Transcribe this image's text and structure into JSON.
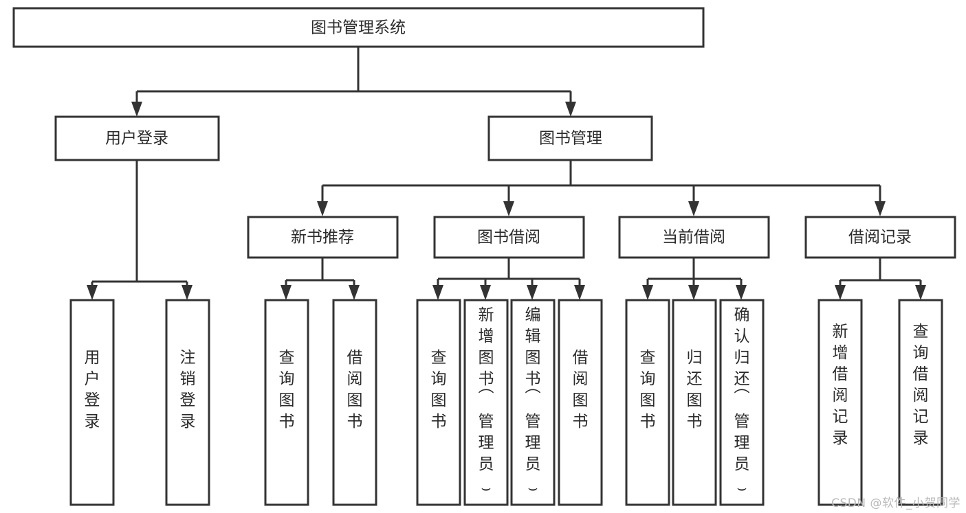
{
  "diagram": {
    "type": "tree",
    "title": "图书管理系统",
    "watermark": "CSDN @软件_小贺同学",
    "colors": {
      "stroke": "#333333",
      "fill": "#ffffff",
      "text": "#2b2b2b",
      "watermark": "#b9b9b9",
      "background": "#ffffff"
    },
    "levels": {
      "root": {
        "label": "图书管理系统"
      },
      "level2": [
        {
          "id": "user-login",
          "label": "用户登录"
        },
        {
          "id": "book-manage",
          "label": "图书管理"
        }
      ],
      "level3": [
        {
          "id": "new-book-recommend",
          "label": "新书推荐",
          "parent": "book-manage"
        },
        {
          "id": "book-borrow",
          "label": "图书借阅",
          "parent": "book-manage"
        },
        {
          "id": "current-borrow",
          "label": "当前借阅",
          "parent": "book-manage"
        },
        {
          "id": "borrow-record",
          "label": "借阅记录",
          "parent": "book-manage"
        }
      ],
      "leaves": [
        {
          "id": "leaf-user-login",
          "label": "用户登录",
          "parent": "user-login"
        },
        {
          "id": "leaf-logout",
          "label": "注销登录",
          "parent": "user-login"
        },
        {
          "id": "leaf-query-book-1",
          "label": "查询图书",
          "parent": "new-book-recommend"
        },
        {
          "id": "leaf-borrow-book-1",
          "label": "借阅图书",
          "parent": "new-book-recommend"
        },
        {
          "id": "leaf-query-book-2",
          "label": "查询图书",
          "parent": "book-borrow"
        },
        {
          "id": "leaf-add-book",
          "label": "新增图书（管理员）",
          "parent": "book-borrow"
        },
        {
          "id": "leaf-edit-book",
          "label": "编辑图书（管理员）",
          "parent": "book-borrow"
        },
        {
          "id": "leaf-borrow-book-2",
          "label": "借阅图书",
          "parent": "book-borrow"
        },
        {
          "id": "leaf-query-book-3",
          "label": "查询图书",
          "parent": "current-borrow"
        },
        {
          "id": "leaf-return-book",
          "label": "归还图书",
          "parent": "current-borrow"
        },
        {
          "id": "leaf-confirm-return",
          "label": "确认归还（管理员）",
          "parent": "current-borrow"
        },
        {
          "id": "leaf-add-record",
          "label": "新增借阅记录",
          "parent": "borrow-record"
        },
        {
          "id": "leaf-query-record",
          "label": "查询借阅记录",
          "parent": "borrow-record"
        }
      ]
    }
  }
}
